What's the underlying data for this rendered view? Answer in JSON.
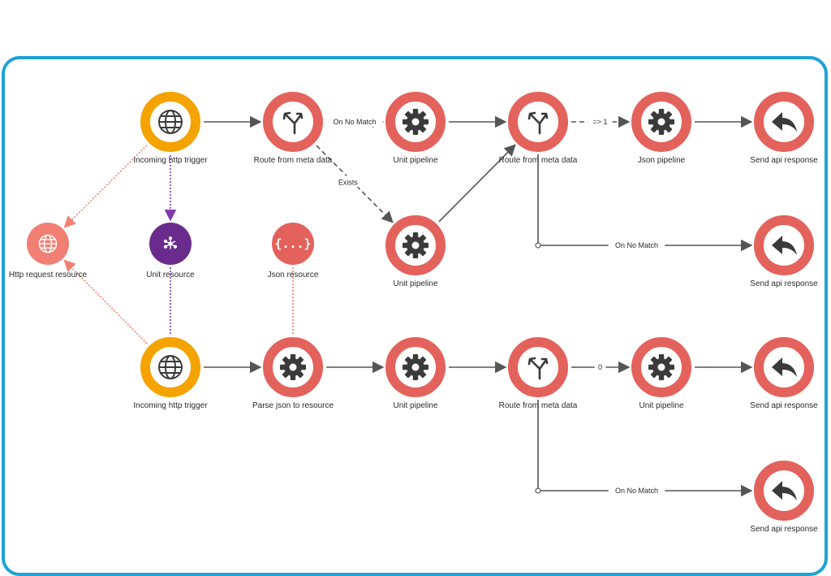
{
  "colors": {
    "frame_border": "#1ea3d6",
    "trigger": "#f5a300",
    "step": "#e4625c",
    "http_resource": "#f27f73",
    "unit_resource": "#6a2c8c",
    "json_resource": "#e4625c",
    "edge": "#555555",
    "resource_edge_red": "#f08070",
    "resource_edge_purple": "#7e3ba6"
  },
  "nodes": [
    {
      "id": "trigger1",
      "label": "Incoming http trigger",
      "icon": "globe-icon",
      "kind": "trigger"
    },
    {
      "id": "route1",
      "label": "Route from meta data",
      "icon": "route-split-icon",
      "kind": "step"
    },
    {
      "id": "unit1",
      "label": "Unit pipeline",
      "icon": "gear-icon",
      "kind": "step"
    },
    {
      "id": "route2",
      "label": "Route from meta data",
      "icon": "route-split-icon",
      "kind": "step"
    },
    {
      "id": "json1",
      "label": "Json pipeline",
      "icon": "gear-icon",
      "kind": "step"
    },
    {
      "id": "send1",
      "label": "Send api response",
      "icon": "reply-icon",
      "kind": "step"
    },
    {
      "id": "unit2",
      "label": "Unit pipeline",
      "icon": "gear-icon",
      "kind": "step"
    },
    {
      "id": "send2",
      "label": "Send api response",
      "icon": "reply-icon",
      "kind": "step"
    },
    {
      "id": "httpres",
      "label": "Http request resource",
      "icon": "globe-icon",
      "kind": "http_resource"
    },
    {
      "id": "unitres",
      "label": "Unit resource",
      "icon": "network-icon",
      "kind": "unit_resource"
    },
    {
      "id": "jsonres",
      "label": "Json resource",
      "icon": "braces-icon",
      "kind": "json_resource"
    },
    {
      "id": "trigger2",
      "label": "Incoming http trigger",
      "icon": "globe-icon",
      "kind": "trigger"
    },
    {
      "id": "parse",
      "label": "Parse json to resource",
      "icon": "gear-icon",
      "kind": "step"
    },
    {
      "id": "unit3",
      "label": "Unit pipeline",
      "icon": "gear-icon",
      "kind": "step"
    },
    {
      "id": "route3",
      "label": "Route from meta data",
      "icon": "route-split-icon",
      "kind": "step"
    },
    {
      "id": "unit4",
      "label": "Unit pipeline",
      "icon": "gear-icon",
      "kind": "step"
    },
    {
      "id": "send3",
      "label": "Send api response",
      "icon": "reply-icon",
      "kind": "step"
    },
    {
      "id": "send4",
      "label": "Send api response",
      "icon": "reply-icon",
      "kind": "step"
    }
  ],
  "edges": [
    {
      "from": "trigger1",
      "to": "route1",
      "style": "solid",
      "label": ""
    },
    {
      "from": "route1",
      "to": "unit1",
      "style": "dotted",
      "label": "On No Match"
    },
    {
      "from": "route1",
      "to": "unit2",
      "style": "dashed",
      "label": "Exists"
    },
    {
      "from": "unit1",
      "to": "route2",
      "style": "solid",
      "label": ""
    },
    {
      "from": "unit2",
      "to": "route2",
      "style": "solid",
      "label": ""
    },
    {
      "from": "route2",
      "to": "json1",
      "style": "dashed",
      "label": "=> 1"
    },
    {
      "from": "json1",
      "to": "send1",
      "style": "solid",
      "label": ""
    },
    {
      "from": "route2",
      "to": "send2",
      "style": "elbow",
      "label": "On No Match"
    },
    {
      "from": "trigger1",
      "to": "httpres",
      "style": "resource-red",
      "label": ""
    },
    {
      "from": "trigger1",
      "to": "unitres",
      "style": "resource-purple",
      "label": ""
    },
    {
      "from": "trigger2",
      "to": "httpres",
      "style": "resource-red-up",
      "label": ""
    },
    {
      "from": "trigger2",
      "to": "unitres",
      "style": "resource-purple-up",
      "label": ""
    },
    {
      "from": "parse",
      "to": "jsonres",
      "style": "resource-red-up",
      "label": ""
    },
    {
      "from": "trigger2",
      "to": "parse",
      "style": "solid",
      "label": ""
    },
    {
      "from": "parse",
      "to": "unit3",
      "style": "solid",
      "label": ""
    },
    {
      "from": "unit3",
      "to": "route3",
      "style": "solid",
      "label": ""
    },
    {
      "from": "route3",
      "to": "unit4",
      "style": "solid",
      "label": "0"
    },
    {
      "from": "unit4",
      "to": "send3",
      "style": "solid",
      "label": ""
    },
    {
      "from": "route3",
      "to": "send4",
      "style": "elbow",
      "label": "On No Match"
    }
  ]
}
